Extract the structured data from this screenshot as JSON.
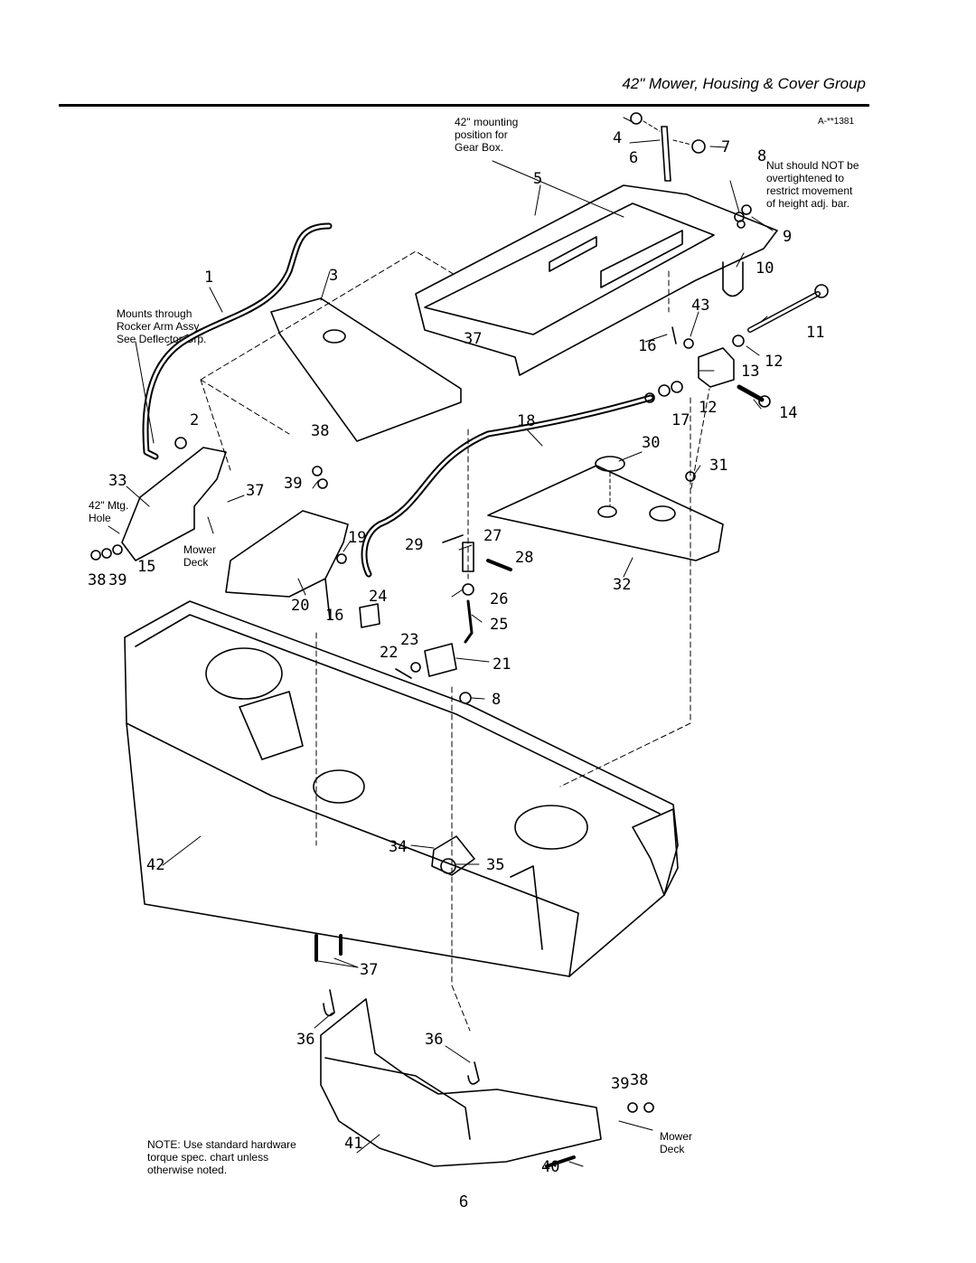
{
  "header": {
    "title": "42\" Mower, Housing & Cover Group"
  },
  "figure_code": "A-**1381",
  "notes": {
    "gear_box": [
      "42\" mounting",
      "position for",
      "Gear Box."
    ],
    "nut": [
      "Nut should NOT be",
      "overtightened to",
      "restrict movement",
      "of height adj. bar."
    ],
    "rocker": [
      "Mounts through",
      "Rocker Arm Assy.",
      "See Deflector Grp."
    ],
    "mtg_hole": [
      "42\" Mtg.",
      "Hole"
    ],
    "mower_deck_1": [
      "Mower",
      "Deck"
    ],
    "mower_deck_2": [
      "Mower",
      "Deck"
    ],
    "hardware": [
      "NOTE: Use standard hardware",
      "torque spec. chart unless",
      "otherwise noted."
    ]
  },
  "callouts": [
    "1",
    "2",
    "3",
    "4",
    "5",
    "6",
    "7",
    "8",
    "9",
    "10",
    "11",
    "12",
    "12",
    "13",
    "14",
    "15",
    "16",
    "16",
    "17",
    "18",
    "19",
    "20",
    "21",
    "22",
    "23",
    "24",
    "25",
    "26",
    "27",
    "28",
    "29",
    "30",
    "31",
    "32",
    "33",
    "34",
    "35",
    "36",
    "36",
    "37",
    "37",
    "37",
    "38",
    "38",
    "38",
    "39",
    "39",
    "39",
    "40",
    "41",
    "42",
    "43",
    "8"
  ],
  "page_number": "6"
}
